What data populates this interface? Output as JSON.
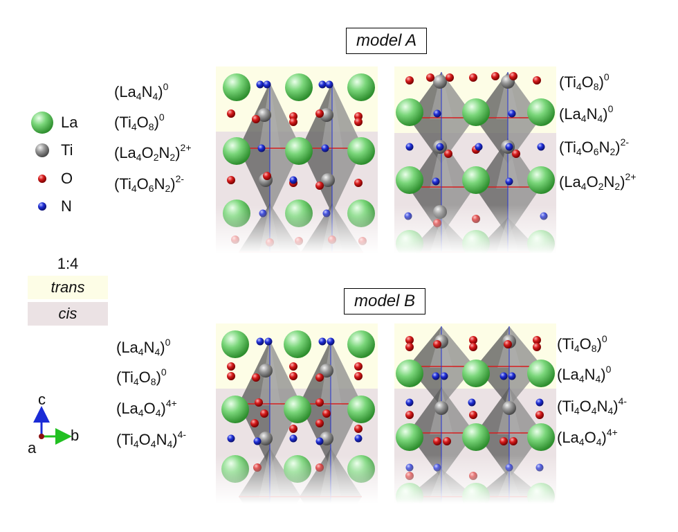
{
  "colors": {
    "trans": "#fdfde6",
    "cis": "#ebe2e4",
    "la": "#7ad67a",
    "ti": "#8a8a8a",
    "o": "#d61c1c",
    "n": "#1f2fd6",
    "octahedron": "#6f6f6f"
  },
  "legend": {
    "items": [
      {
        "symbol": "la-sphere-icon",
        "label": "La"
      },
      {
        "symbol": "ti-sphere-icon",
        "label": "Ti"
      },
      {
        "symbol": "o-sphere-icon",
        "label": "O"
      },
      {
        "symbol": "n-sphere-icon",
        "label": "N"
      }
    ],
    "ratio": "1:4",
    "trans_label": "trans",
    "cis_label": "cis"
  },
  "axes": {
    "c": "c",
    "a": "a",
    "b": "b"
  },
  "model_a": {
    "title": "model A",
    "left_layers": [
      {
        "base": "(La",
        "s1": "4",
        "m1": "N",
        "s2": "4",
        "m2": "",
        "s3": "",
        "close": ")",
        "charge": "0"
      },
      {
        "base": "(Ti",
        "s1": "4",
        "m1": "O",
        "s2": "8",
        "m2": "",
        "s3": "",
        "close": ")",
        "charge": "0"
      },
      {
        "base": "(La",
        "s1": "4",
        "m1": "O",
        "s2": "2",
        "m2": "N",
        "s3": "2",
        "close": ")",
        "charge": "2+"
      },
      {
        "base": "(Ti",
        "s1": "4",
        "m1": "O",
        "s2": "6",
        "m2": "N",
        "s3": "2",
        "close": ")",
        "charge": "2-"
      }
    ],
    "right_layers": [
      {
        "base": "(Ti",
        "s1": "4",
        "m1": "O",
        "s2": "8",
        "m2": "",
        "s3": "",
        "close": ")",
        "charge": "0"
      },
      {
        "base": "(La",
        "s1": "4",
        "m1": "N",
        "s2": "4",
        "m2": "",
        "s3": "",
        "close": ")",
        "charge": "0"
      },
      {
        "base": "(Ti",
        "s1": "4",
        "m1": "O",
        "s2": "6",
        "m2": "N",
        "s3": "2",
        "close": ")",
        "charge": "2-"
      },
      {
        "base": "(La",
        "s1": "4",
        "m1": "O",
        "s2": "2",
        "m2": "N",
        "s3": "2",
        "close": ")",
        "charge": "2+"
      }
    ]
  },
  "model_b": {
    "title": "model B",
    "left_layers": [
      {
        "base": "(La",
        "s1": "4",
        "m1": "N",
        "s2": "4",
        "m2": "",
        "s3": "",
        "close": ")",
        "charge": "0"
      },
      {
        "base": "(Ti",
        "s1": "4",
        "m1": "O",
        "s2": "8",
        "m2": "",
        "s3": "",
        "close": ")",
        "charge": "0"
      },
      {
        "base": "(La",
        "s1": "4",
        "m1": "O",
        "s2": "4",
        "m2": "",
        "s3": "",
        "close": ")",
        "charge": "4+"
      },
      {
        "base": "(Ti",
        "s1": "4",
        "m1": "O",
        "s2": "4",
        "m2": "N",
        "s3": "4",
        "close": ")",
        "charge": "4-"
      }
    ],
    "right_layers": [
      {
        "base": "(Ti",
        "s1": "4",
        "m1": "O",
        "s2": "8",
        "m2": "",
        "s3": "",
        "close": ")",
        "charge": "0"
      },
      {
        "base": "(La",
        "s1": "4",
        "m1": "N",
        "s2": "4",
        "m2": "",
        "s3": "",
        "close": ")",
        "charge": "0"
      },
      {
        "base": "(Ti",
        "s1": "4",
        "m1": "O",
        "s2": "4",
        "m2": "N",
        "s3": "4",
        "close": ")",
        "charge": "4-"
      },
      {
        "base": "(La",
        "s1": "4",
        "m1": "O",
        "s2": "4",
        "m2": "",
        "s3": "",
        "close": ")",
        "charge": "4+"
      }
    ]
  }
}
